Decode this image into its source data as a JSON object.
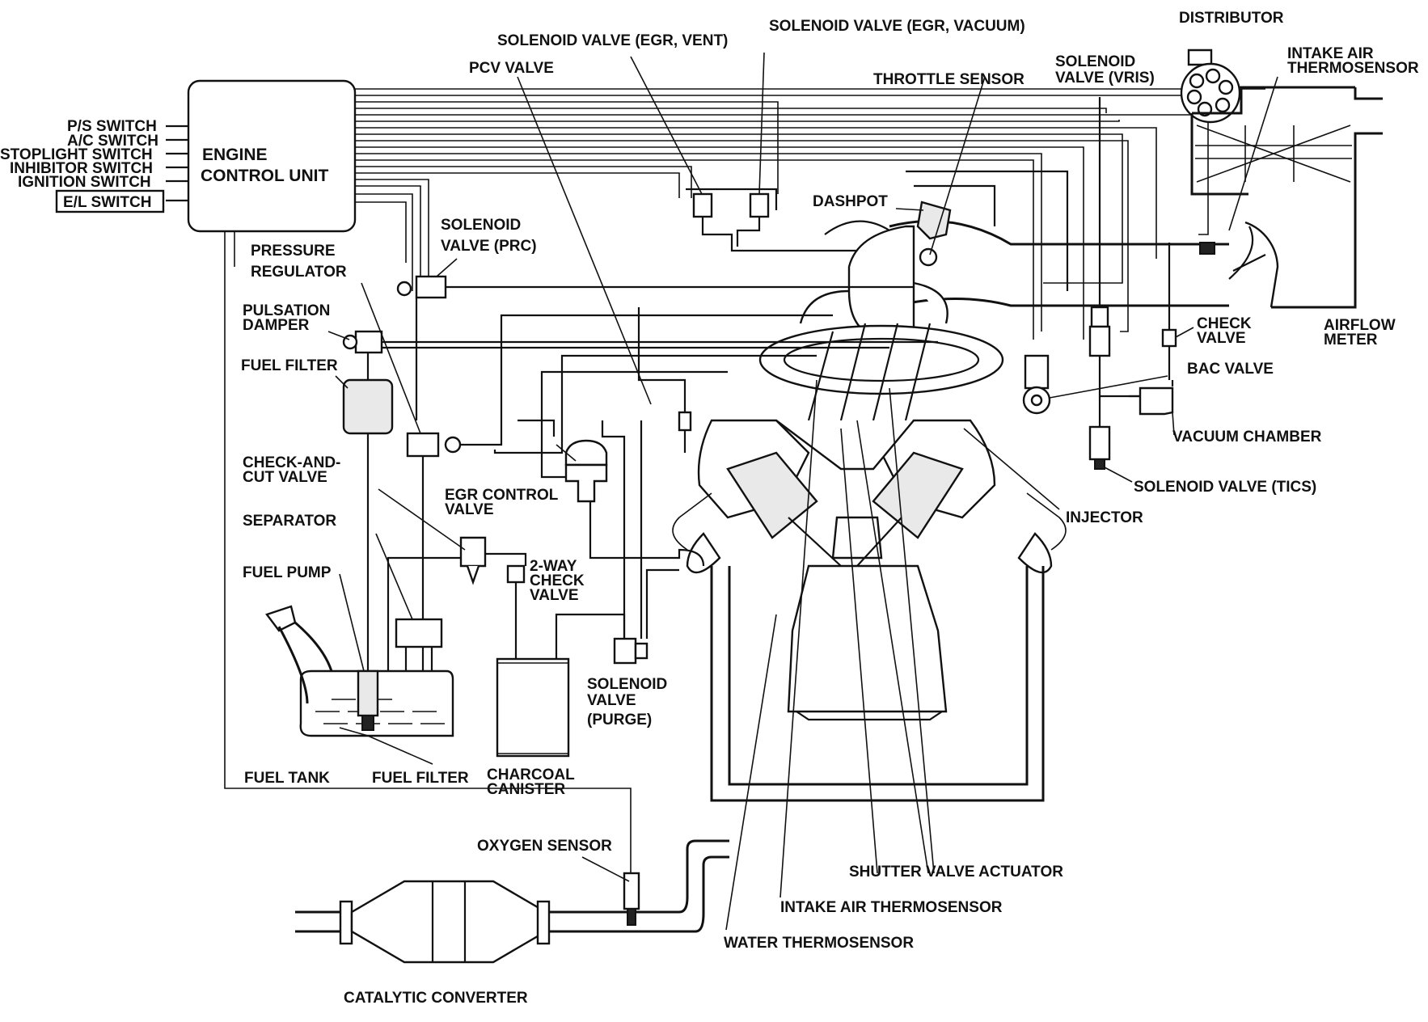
{
  "ecu": {
    "line1": "ENGINE",
    "line2": "CONTROL UNIT"
  },
  "switches": [
    "P/S SWITCH",
    "A/C SWITCH",
    "STOPLIGHT SWITCH",
    "INHIBITOR SWITCH",
    "IGNITION SWITCH",
    "E/L SWITCH"
  ],
  "labels": {
    "solenoid_egr_vent": "SOLENOID VALVE (EGR, VENT)",
    "solenoid_egr_vacuum": "SOLENOID VALVE (EGR, VACUUM)",
    "distributor": "DISTRIBUTOR",
    "intake_air_thermosensor_top_1": "INTAKE AIR",
    "intake_air_thermosensor_top_2": "THERMOSENSOR",
    "pcv_valve": "PCV VALVE",
    "throttle_sensor": "THROTTLE SENSOR",
    "solenoid_vris_1": "SOLENOID",
    "solenoid_vris_2": "VALVE (VRIS)",
    "dashpot": "DASHPOT",
    "solenoid_prc_1": "SOLENOID",
    "solenoid_prc_2": "VALVE (PRC)",
    "pressure_regulator_1": "PRESSURE",
    "pressure_regulator_2": "REGULATOR",
    "pulsation_damper_1": "PULSATION",
    "pulsation_damper_2": "DAMPER",
    "fuel_filter_top": "FUEL FILTER",
    "check_valve_1": "CHECK",
    "check_valve_2": "VALVE",
    "airflow_meter_1": "AIRFLOW",
    "airflow_meter_2": "METER",
    "bac_valve": "BAC VALVE",
    "vacuum_chamber": "VACUUM CHAMBER",
    "check_and_cut_1": "CHECK-AND-",
    "check_and_cut_2": "CUT VALVE",
    "egr_control_1": "EGR CONTROL",
    "egr_control_2": "VALVE",
    "solenoid_tics": "SOLENOID VALVE (TICS)",
    "injector": "INJECTOR",
    "separator": "SEPARATOR",
    "two_way_1": "2-WAY",
    "two_way_2": "CHECK",
    "two_way_3": "VALVE",
    "fuel_pump": "FUEL PUMP",
    "solenoid_purge_1": "SOLENOID",
    "solenoid_purge_2": "VALVE",
    "solenoid_purge_3": "(PURGE)",
    "fuel_tank": "FUEL TANK",
    "fuel_filter_bottom": "FUEL FILTER",
    "charcoal_1": "CHARCOAL",
    "charcoal_2": "CANISTER",
    "oxygen_sensor": "OXYGEN SENSOR",
    "shutter_valve_actuator": "SHUTTER VALVE ACTUATOR",
    "intake_air_thermosensor_bottom": "INTAKE AIR THERMOSENSOR",
    "water_thermosensor": "WATER THERMOSENSOR",
    "catalytic_converter": "CATALYTIC CONVERTER"
  }
}
